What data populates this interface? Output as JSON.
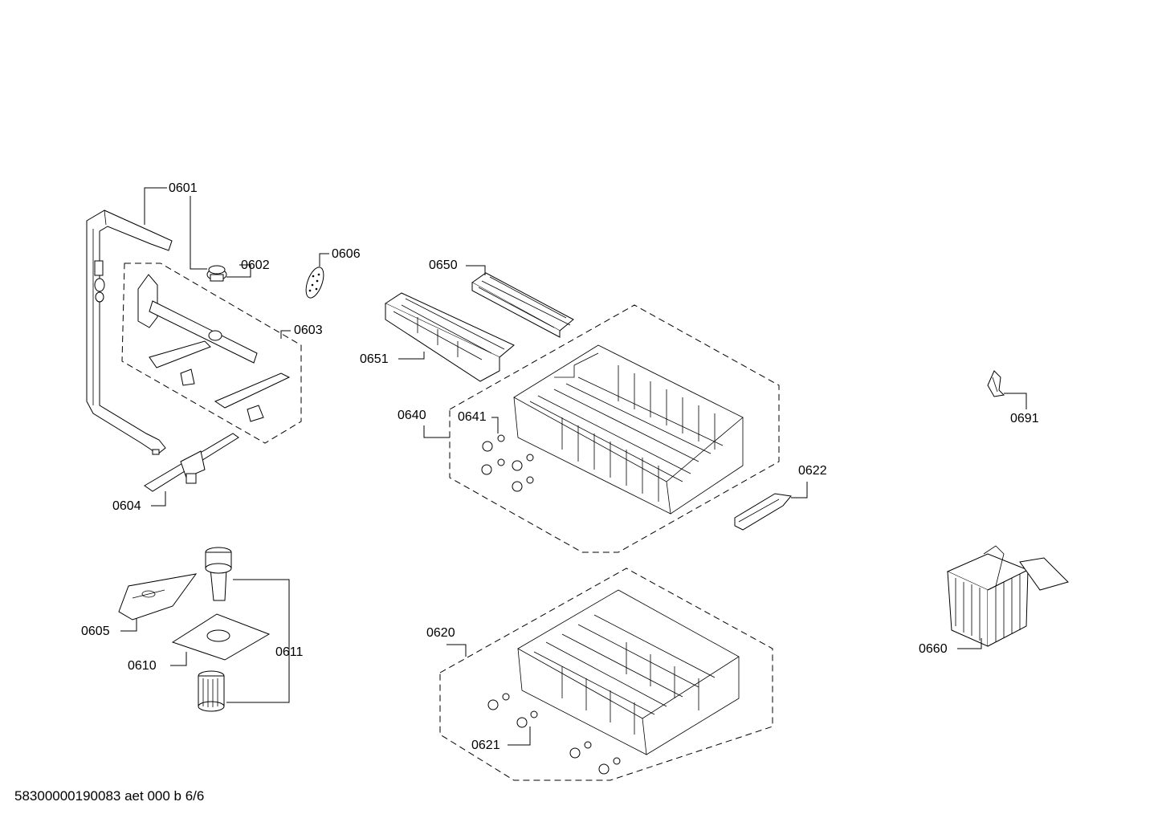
{
  "labels": {
    "p0601": "0601",
    "p0602": "0602",
    "p0603": "0603",
    "p0604": "0604",
    "p0605": "0605",
    "p0606": "0606",
    "p0610": "0610",
    "p0611": "0611",
    "p0620": "0620",
    "p0621": "0621",
    "p0622": "0622",
    "p0640": "0640",
    "p0641": "0641",
    "p0650": "0650",
    "p0651": "0651",
    "p0660": "0660",
    "p0691": "0691"
  },
  "footer": "58300000190083 aet 000 b 6/6"
}
